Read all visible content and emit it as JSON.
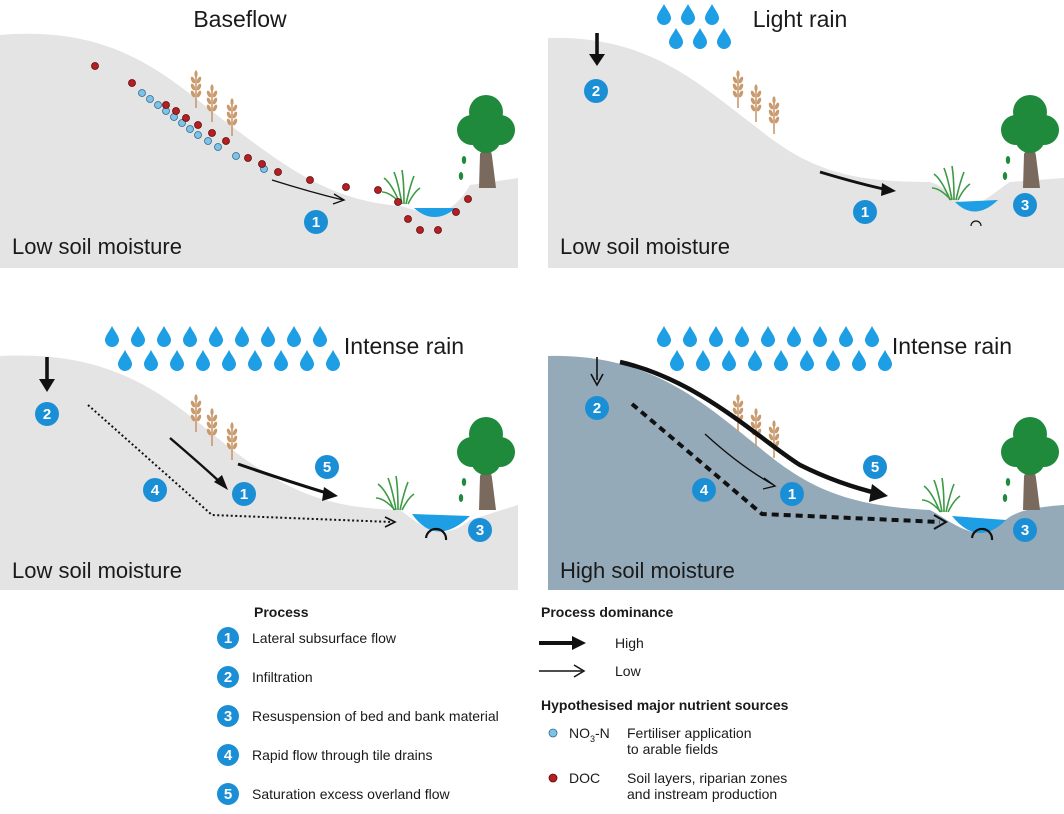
{
  "panels": [
    {
      "title": "Baseflow",
      "moisture": "Low soil moisture",
      "badges": [
        "1"
      ]
    },
    {
      "title": "Light rain",
      "moisture": "Low soil moisture",
      "badges": [
        "2",
        "1",
        "3"
      ]
    },
    {
      "title": "Intense rain",
      "moisture": "Low soil moisture",
      "badges": [
        "2",
        "4",
        "1",
        "5",
        "3"
      ]
    },
    {
      "title": "Intense rain",
      "moisture": "High soil moisture",
      "badges": [
        "2",
        "4",
        "1",
        "5",
        "3"
      ]
    }
  ],
  "legend": {
    "process_heading": "Process",
    "processes": [
      {
        "num": "1",
        "label": "Lateral subsurface flow"
      },
      {
        "num": "2",
        "label": "Infiltration"
      },
      {
        "num": "3",
        "label": "Resuspension of bed and bank material"
      },
      {
        "num": "4",
        "label": "Rapid flow through tile drains"
      },
      {
        "num": "5",
        "label": "Saturation excess overland flow"
      }
    ],
    "dominance_heading": "Process dominance",
    "dominance": {
      "high": "High",
      "low": "Low"
    },
    "sources_heading": "Hypothesised major nutrient sources",
    "sources": [
      {
        "name": "NO",
        "sub": "3",
        "suffix": "-N",
        "lines": [
          "Fertiliser application",
          "to arable fields"
        ]
      },
      {
        "name": "DOC",
        "lines": [
          "Soil layers, riparian zones",
          "and instream production"
        ]
      }
    ]
  },
  "colors": {
    "badge": "#1b8fd6",
    "soil_low": "#e4e4e4",
    "soil_high": "#95aab9",
    "water": "#1e9ee5",
    "nitrate": "#7fc2e8",
    "doc": "#b51f24",
    "tree": "#1f8a3b",
    "trunk": "#7a6a5d",
    "grass": "#3c9a44",
    "wheat": "#c99a6e"
  }
}
